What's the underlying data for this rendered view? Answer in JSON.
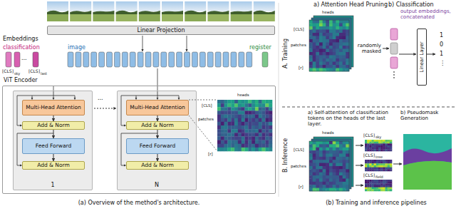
{
  "diagram": {
    "nodes": [
      {
        "text": [
          "Linear Projection"
        ]
      },
      {
        "text": [
          "ViT Encoder"
        ]
      },
      {
        "text": [
          "1"
        ],
        "in": 1
      },
      {
        "text": [
          "Multi-Head Attention"
        ],
        "in": 2
      },
      {
        "text": [
          "Add & Norm"
        ],
        "in": 2
      },
      {
        "text": [
          "Feed Forward"
        ],
        "in": 2
      },
      {
        "text": [
          "Add & Norm"
        ],
        "in": 2
      },
      {
        "text": [
          "N"
        ],
        "in": 1
      },
      {
        "text": [
          "Multi-Head Attention"
        ],
        "in": 7
      },
      {
        "text": [
          "Add & Norm"
        ],
        "in": 7
      },
      {
        "text": [
          "Feed Forward"
        ],
        "in": 7
      },
      {
        "text": [
          "Add & Norm"
        ],
        "in": 7
      },
      {
        "text": [
          "Linear Layer"
        ]
      }
    ],
    "edges": [
      {
        "from": 3,
        "to": 4,
        "arrow": "to"
      },
      {
        "from": 4,
        "to": 5,
        "arrow": "to"
      },
      {
        "from": 5,
        "to": 6,
        "arrow": "to"
      },
      {
        "from": 8,
        "to": 9,
        "arrow": "to"
      },
      {
        "from": 9,
        "to": 10,
        "arrow": "to"
      },
      {
        "from": 10,
        "to": 11,
        "arrow": "to"
      }
    ],
    "labels": [
      "Embeddings",
      "classification",
      "image",
      "register",
      "[CLS]",
      "sky",
      "...",
      "[CLS]",
      "last",
      "...",
      "heads",
      "[CLS]",
      "patches",
      "[r]",
      "(a) Overview of the method's architecture.",
      "A. Training",
      "a) Attention Head Pruning",
      "heads",
      "[CLS]",
      "patches",
      "[r]",
      "b) Classification",
      "output embeddings, concatenated",
      "randomly masked",
      "1",
      "0",
      "1",
      "⋮",
      "B. Inference",
      "a) Self-attention of classification tokens on the heads of the last layer.",
      "heads",
      "[CLS]",
      "patches",
      "[r]",
      "[CLS]",
      "sky",
      "[CLS]",
      "tree",
      "[CLS]",
      "field",
      "b) Pseudomask Generation",
      "(b) Training and inference pipelines"
    ]
  }
}
